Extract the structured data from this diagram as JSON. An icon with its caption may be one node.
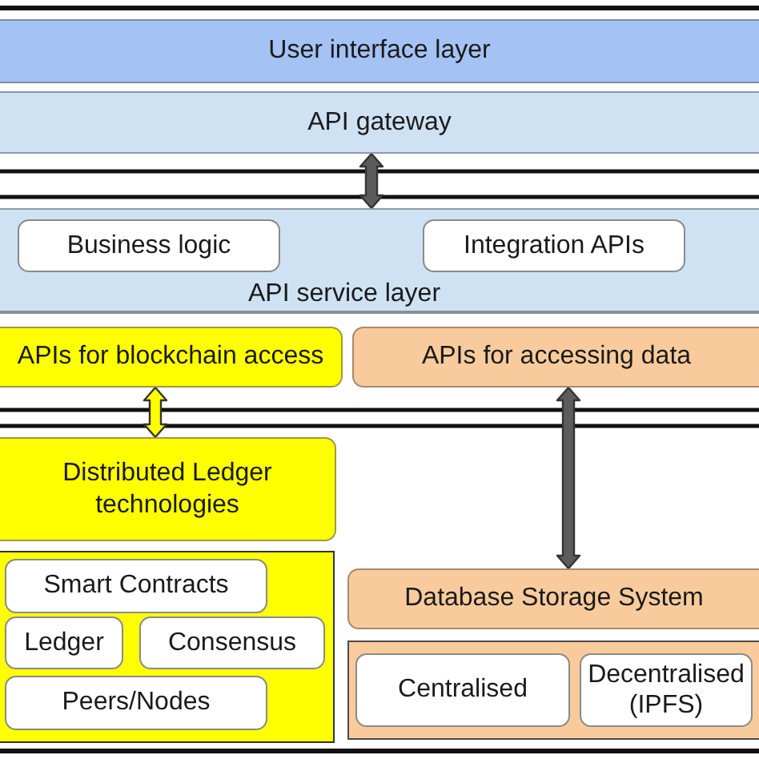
{
  "diagram": {
    "nodes": [
      {
        "text": [
          "User interface layer"
        ]
      },
      {
        "text": [
          "API gateway"
        ]
      },
      {
        "text": [
          "API service layer"
        ]
      },
      {
        "text": [
          "Business logic"
        ],
        "in": 2
      },
      {
        "text": [
          "Integration APIs"
        ],
        "in": 2
      },
      {
        "text": [
          "APIs for blockchain access"
        ]
      },
      {
        "text": [
          "APIs for accessing data"
        ]
      },
      {
        "text": [
          "Distributed Ledger technologies"
        ]
      },
      {
        "text": [],
        "shape": "box"
      },
      {
        "text": [
          "Smart Contracts"
        ],
        "in": 8
      },
      {
        "text": [
          "Ledger"
        ],
        "in": 8
      },
      {
        "text": [
          "Consensus"
        ],
        "in": 8
      },
      {
        "text": [
          "Peers/Nodes"
        ],
        "in": 8
      },
      {
        "text": [
          "Database Storage System"
        ]
      },
      {
        "text": [],
        "shape": "box"
      },
      {
        "text": [
          "Centralised"
        ],
        "in": 14
      },
      {
        "text": [
          "Decentralised (IPFS)"
        ],
        "in": 14
      }
    ],
    "edges": [
      {
        "from": 1,
        "to": 2,
        "arrow": "both"
      },
      {
        "from": 5,
        "to": 7,
        "arrow": "both",
        "color": "#ffff00"
      },
      {
        "from": 6,
        "to": 13,
        "arrow": "both"
      }
    ]
  }
}
